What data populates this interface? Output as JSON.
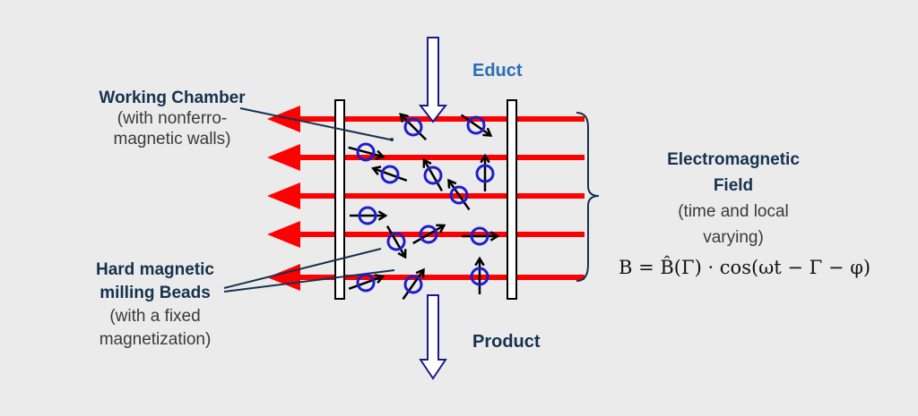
{
  "labels": {
    "educt": "Educt",
    "product": "Product",
    "chamber_title": "Working Chamber",
    "chamber_line1": "(with nonferro-",
    "chamber_line2": "magnetic walls)",
    "beads_title1": "Hard magnetic",
    "beads_title2": "milling Beads",
    "beads_line1": "(with a fixed",
    "beads_line2": "magnetization)",
    "field_title1": "Electromagnetic",
    "field_title2": "Field",
    "field_line1": "(time and local",
    "field_line2": "varying)"
  },
  "formula": "B = B̂(Γ) · cos(ωt − Γ − φ)",
  "colors": {
    "field_line": "#ff0000",
    "bead": "#1e1ecc",
    "flow_arrow": "#1a1a8c",
    "label_title": "#16324f",
    "educt_label": "#2a6fb5"
  }
}
